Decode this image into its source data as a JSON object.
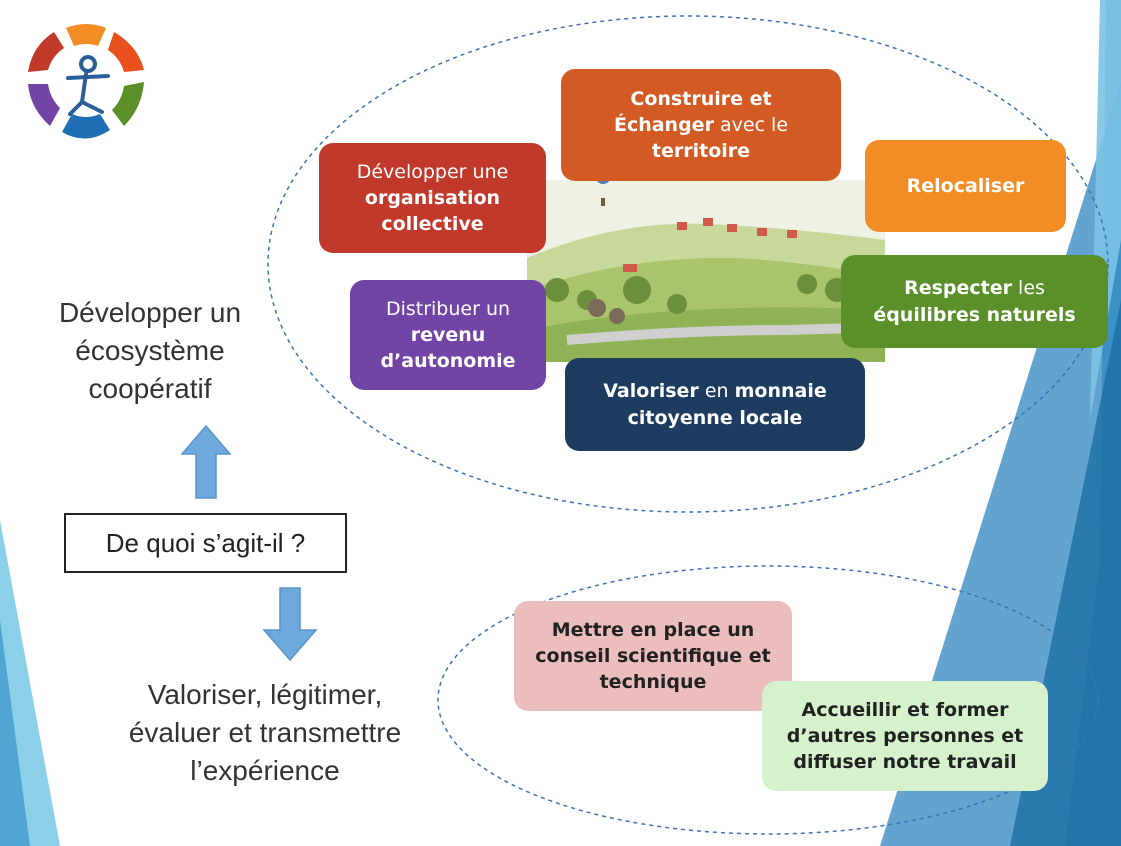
{
  "colors": {
    "red": "#c0392b",
    "orange_dark": "#d45a23",
    "orange": "#f28c25",
    "green": "#5a8f29",
    "purple": "#7244a5",
    "navy": "#1e3c60",
    "pink": "#ecbdbd",
    "mint": "#d6f2cc",
    "teal": "#3a8fc4",
    "arrow_blue": "#6ea9dd"
  },
  "left": {
    "top_text": [
      "Développer un",
      "écosystème",
      "coopératif"
    ],
    "question": "De quoi s’agit-il ?",
    "bottom_text": [
      "Valoriser, légitimer,",
      "évaluer et transmettre",
      "l’expérience"
    ]
  },
  "boxes": {
    "organisation": {
      "regular": "Développer une",
      "bold": "organisation collective"
    },
    "construire": {
      "bold1": "Construire et",
      "bold2": "Échanger",
      "regular": " avec le",
      "bold3": "territoire"
    },
    "relocaliser": {
      "bold": "Relocaliser"
    },
    "respecter": {
      "bold1": "Respecter",
      "regular": " les",
      "bold2": "équilibres naturels"
    },
    "distribuer": {
      "regular": "Distribuer un",
      "bold": "revenu d’autonomie"
    },
    "valoriser": {
      "bold1": "Valoriser",
      "regular": " en ",
      "bold2": "monnaie",
      "bold3": "citoyenne locale"
    },
    "conseil": {
      "bold": "Mettre en place un conseil scientifique et technique"
    },
    "accueillir": {
      "bold": "Accueillir et former d’autres personnes et diffuser notre travail"
    }
  }
}
